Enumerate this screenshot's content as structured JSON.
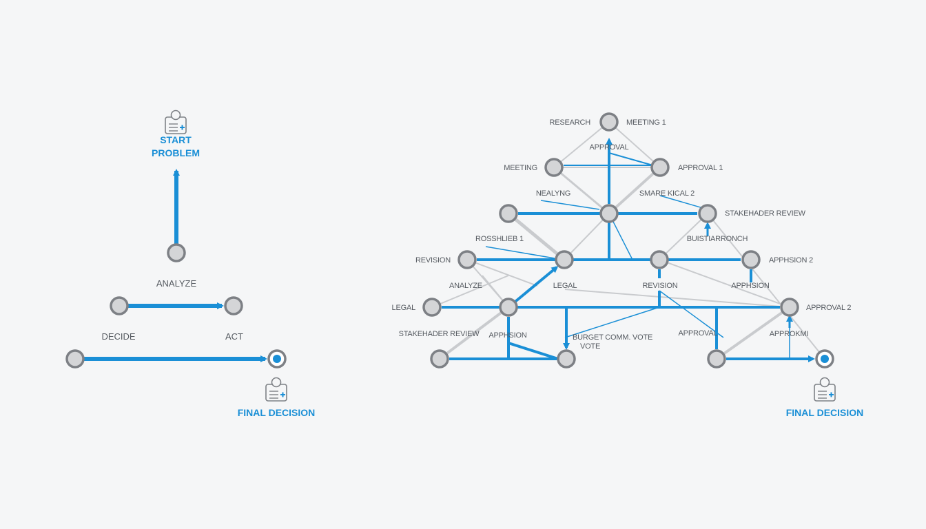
{
  "colors": {
    "background": "#f5f6f7",
    "primary_edge": "#1a8fd6",
    "secondary_edge": "#c9cbce",
    "node_fill": "#d4d5d7",
    "node_stroke": "#7d8085",
    "accent_text": "#1a8fd6",
    "label_text": "#555a60"
  },
  "simple_flow": {
    "start_label_line1": "START",
    "start_label_line2": "PROBLEM",
    "analyze_label": "ANALYZE",
    "decide_label": "DECIDE",
    "act_label": "ACT",
    "final_label": "FINAL DECISION",
    "icons": [
      "person-document-icon",
      "person-document-icon"
    ]
  },
  "complex_flow": {
    "labels": {
      "research": "RESEARCH",
      "meeting_1": "MEETING 1",
      "approval_top": "APPROVAL",
      "meeting": "MEETING",
      "approval_1": "APPROVAL 1",
      "nealyng": "NEALYNG",
      "smare_kical_2": "SMARE KICAL 2",
      "stakehader_review_right": "STAKEHADER REVIEW",
      "rosshlieb_1": "ROSSHLIEB 1",
      "buistiarronch": "BUISTIARRONCH",
      "revision_left": "REVISION",
      "apphsion_2": "APPHSION 2",
      "analyze": "ANALYZE",
      "legal_mid": "LEGAL",
      "revision_mid": "REVISION",
      "apphsion_mid": "APPHSION",
      "legal_left": "LEGAL",
      "approval_2": "APPROVAL 2",
      "stakehader_review_left": "STAKEHADER REVIEW",
      "apphsion_low": "APPHSION",
      "burget_line1": "BURGET COMM. VOTE",
      "burget_line2": "VOTE",
      "approval_low": "APPROVAL",
      "approkmi": "APPROKMI",
      "final_label": "FINAL DECISION"
    },
    "icons": [
      "person-document-icon"
    ]
  }
}
